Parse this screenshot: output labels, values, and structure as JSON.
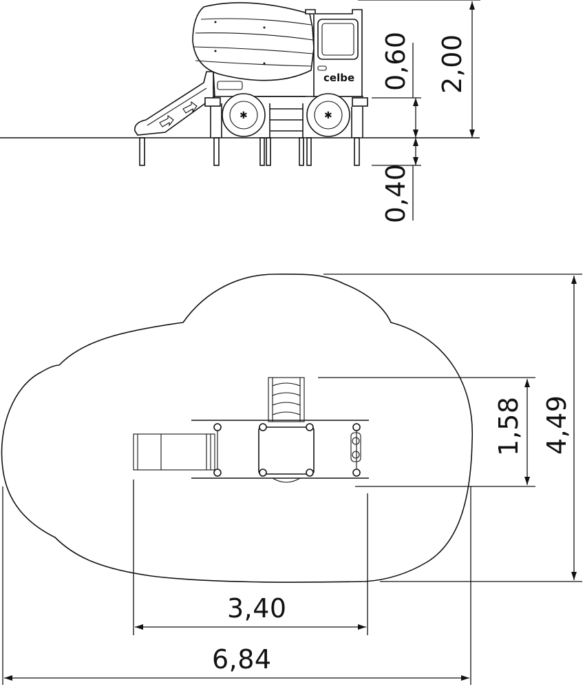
{
  "side_view": {
    "brand_logo": "celbe",
    "dimensions": {
      "platform_height": "0,60",
      "total_height": "2,00",
      "foundation_depth": "0,40"
    }
  },
  "plan_view": {
    "dimensions": {
      "depth": "1,58",
      "area_depth": "4,49",
      "width": "3,40",
      "area_width": "6,84"
    }
  }
}
